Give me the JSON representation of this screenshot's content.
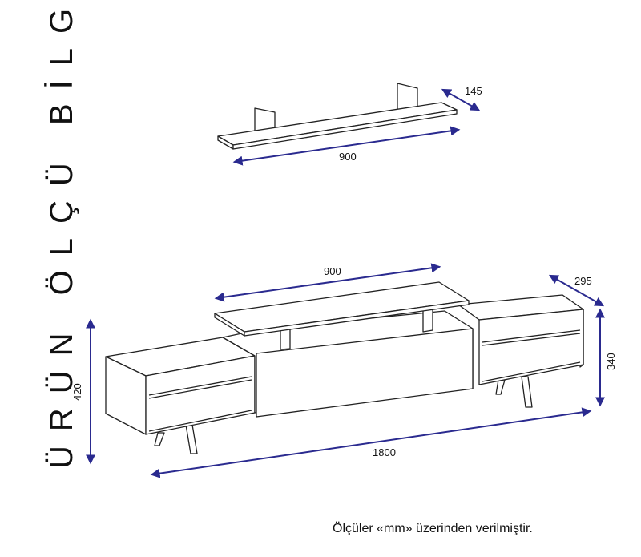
{
  "title": "ÜRÜN ÖLÇÜ BİLGİSİ",
  "dimensions": {
    "shelf_depth": "145",
    "shelf_width": "900",
    "top_width": "900",
    "unit_depth": "295",
    "unit_height_right": "340",
    "unit_height_left": "420",
    "unit_width": "1800"
  },
  "footnote": "Ölçüler «mm» üzerinden verilmiştir.",
  "colors": {
    "arrow": "#2a2a8f",
    "line": "#222222",
    "fill": "#ffffff"
  }
}
